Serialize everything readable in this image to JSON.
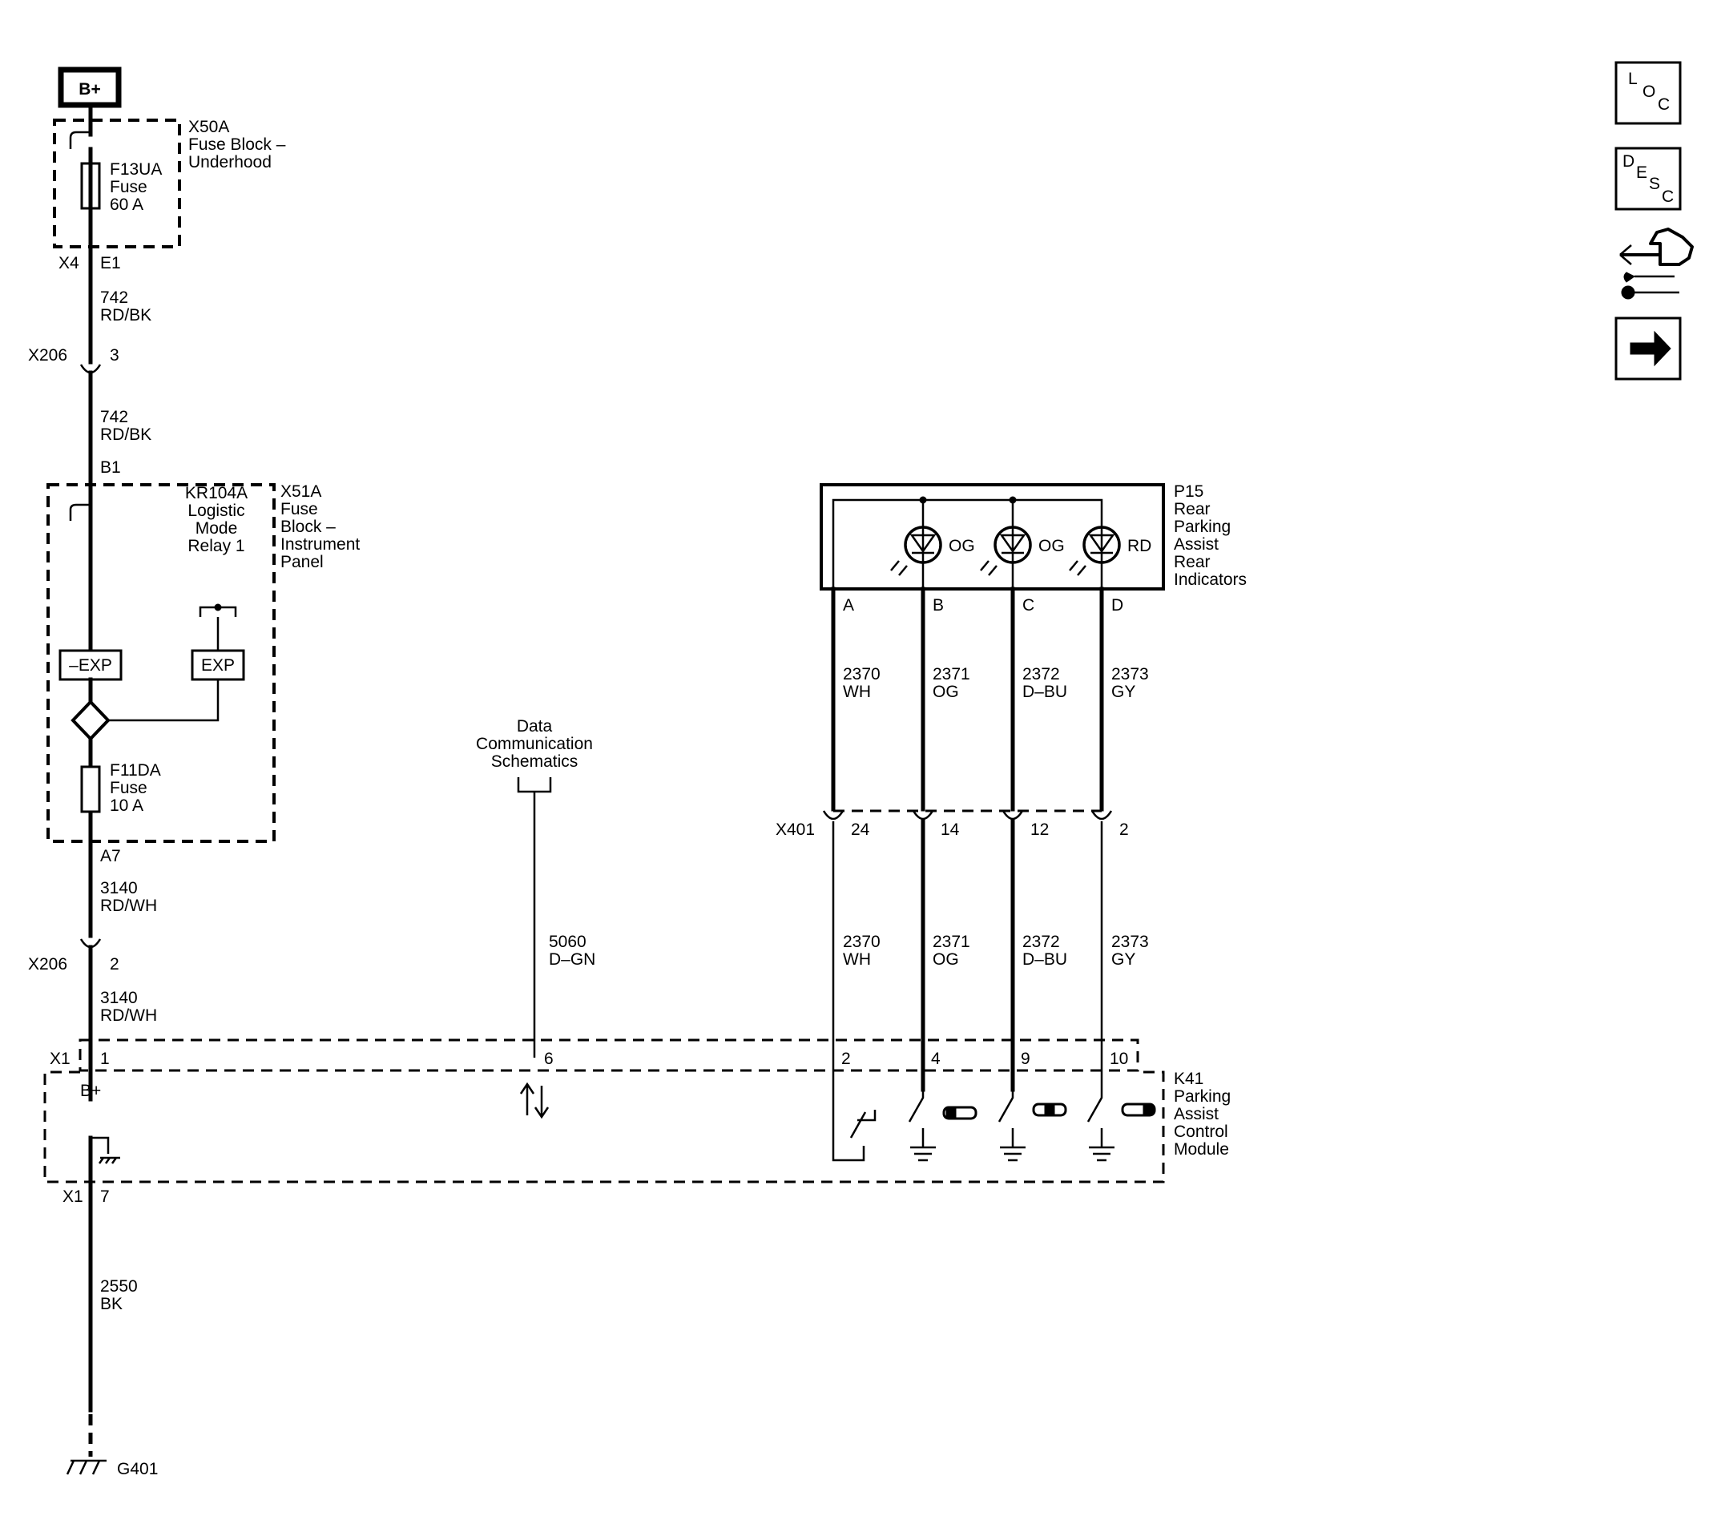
{
  "power": {
    "label": "B+"
  },
  "x50a": {
    "id": "X50A",
    "lines": [
      "Fuse Block –",
      "Underhood"
    ],
    "fuse_id": "F13UA",
    "fuse_word": "Fuse",
    "fuse_rating": "60 A",
    "conn_left": "X4",
    "conn_pin": "E1"
  },
  "wire_742_a": {
    "num": "742",
    "color": "RD/BK"
  },
  "x206_top": {
    "id": "X206",
    "pin": "3"
  },
  "wire_742_b": {
    "num": "742",
    "color": "RD/BK"
  },
  "x51a": {
    "id": "X51A",
    "lines": [
      "Fuse",
      "Block –",
      "Instrument",
      "Panel"
    ],
    "pin_in": "B1",
    "pin_out": "A7",
    "relay_lines": [
      "KR104A",
      "Logistic",
      "Mode",
      "Relay 1"
    ],
    "neg_exp": "–EXP",
    "exp": "EXP",
    "fuse_id": "F11DA",
    "fuse_word": "Fuse",
    "fuse_rating": "10 A"
  },
  "wire_3140_a": {
    "num": "3140",
    "color": "RD/WH"
  },
  "x206_bot": {
    "id": "X206",
    "pin": "2"
  },
  "wire_3140_b": {
    "num": "3140",
    "color": "RD/WH"
  },
  "data_comm": {
    "lines": [
      "Data",
      "Communication",
      "Schematics"
    ]
  },
  "wire_5060": {
    "num": "5060",
    "color": "D–GN"
  },
  "p15": {
    "id": "P15",
    "lines": [
      "Rear",
      "Parking",
      "Assist",
      "Rear",
      "Indicators"
    ],
    "leds": [
      "OG",
      "OG",
      "RD"
    ],
    "pins": [
      "A",
      "B",
      "C",
      "D"
    ]
  },
  "upper_wires": [
    {
      "num": "2370",
      "color": "WH"
    },
    {
      "num": "2371",
      "color": "OG"
    },
    {
      "num": "2372",
      "color": "D–BU"
    },
    {
      "num": "2373",
      "color": "GY"
    }
  ],
  "x401": {
    "id": "X401",
    "pins": [
      "24",
      "14",
      "12",
      "2"
    ]
  },
  "lower_wires": [
    {
      "num": "2370",
      "color": "WH"
    },
    {
      "num": "2371",
      "color": "OG"
    },
    {
      "num": "2372",
      "color": "D–BU"
    },
    {
      "num": "2373",
      "color": "GY"
    }
  ],
  "k41": {
    "id": "K41",
    "lines": [
      "Parking",
      "Assist",
      "Control",
      "Module"
    ],
    "x1_label": "X1",
    "x1_pins": [
      "1",
      "6",
      "2",
      "4",
      "9",
      "10"
    ],
    "bplus": "B+",
    "x1_bottom": "X1",
    "ground_pin": "7"
  },
  "wire_2550": {
    "num": "2550",
    "color": "BK"
  },
  "ground": {
    "id": "G401"
  },
  "side_icons": [
    {
      "name": "loc-icon",
      "letters": [
        "L",
        "O",
        "C"
      ]
    },
    {
      "name": "desc-icon",
      "letters": [
        "D",
        "E",
        "S",
        "C"
      ]
    },
    {
      "name": "connector-tool-icon"
    },
    {
      "name": "next-arrow-icon"
    }
  ]
}
